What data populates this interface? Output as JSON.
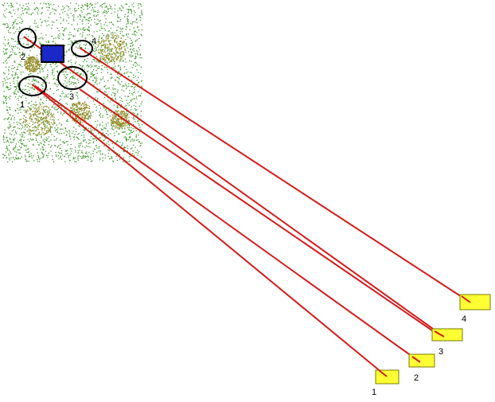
{
  "colors": {
    "background": "#ffffff",
    "vegetation_green": "#3f9a2c",
    "vegetation_olive": "#9a8f2e",
    "ellipse_stroke": "#000000",
    "blue_rect": "#1a28c8",
    "line_red": "#d41b1b",
    "target_fill": "#ffff33",
    "target_stroke": "#7a7a00"
  },
  "site": {
    "icon": "vegetation-patch",
    "circle_labels": [
      "1",
      "2",
      "3",
      "4"
    ]
  },
  "targets": [
    {
      "label": "1"
    },
    {
      "label": "2"
    },
    {
      "label": "3"
    },
    {
      "label": "4"
    }
  ]
}
